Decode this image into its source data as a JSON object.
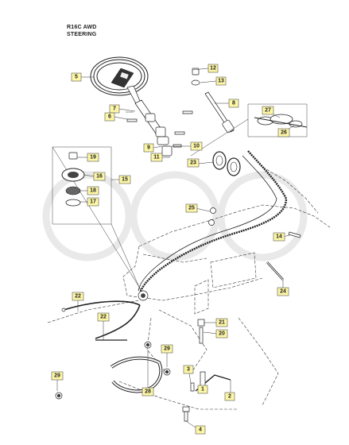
{
  "header": {
    "model": "R16C AWD",
    "section": "STEERING"
  },
  "callouts": [
    {
      "id": "c12",
      "num": "12"
    },
    {
      "id": "c13",
      "num": "13"
    },
    {
      "id": "c5",
      "num": "5"
    },
    {
      "id": "c8",
      "num": "8"
    },
    {
      "id": "c7",
      "num": "7"
    },
    {
      "id": "c6",
      "num": "6"
    },
    {
      "id": "c27",
      "num": "27"
    },
    {
      "id": "c26",
      "num": "26"
    },
    {
      "id": "c9",
      "num": "9"
    },
    {
      "id": "c10",
      "num": "10"
    },
    {
      "id": "c11",
      "num": "11"
    },
    {
      "id": "c23",
      "num": "23"
    },
    {
      "id": "c19",
      "num": "19"
    },
    {
      "id": "c16",
      "num": "16"
    },
    {
      "id": "c15",
      "num": "15"
    },
    {
      "id": "c18",
      "num": "18"
    },
    {
      "id": "c17",
      "num": "17"
    },
    {
      "id": "c25",
      "num": "25"
    },
    {
      "id": "c14",
      "num": "14"
    },
    {
      "id": "c24",
      "num": "24"
    },
    {
      "id": "c22a",
      "num": "22"
    },
    {
      "id": "c22b",
      "num": "22"
    },
    {
      "id": "c21",
      "num": "21"
    },
    {
      "id": "c20",
      "num": "20"
    },
    {
      "id": "c29a",
      "num": "29"
    },
    {
      "id": "c29b",
      "num": "29"
    },
    {
      "id": "c28",
      "num": "28"
    },
    {
      "id": "c3",
      "num": "3"
    },
    {
      "id": "c1",
      "num": "1"
    },
    {
      "id": "c2",
      "num": "2"
    },
    {
      "id": "c4",
      "num": "4"
    }
  ],
  "watermark": {
    "text": "GHS",
    "color": "#e9e9e9"
  },
  "colors": {
    "callout_fill": "#fdf6a6",
    "line": "#222222"
  }
}
